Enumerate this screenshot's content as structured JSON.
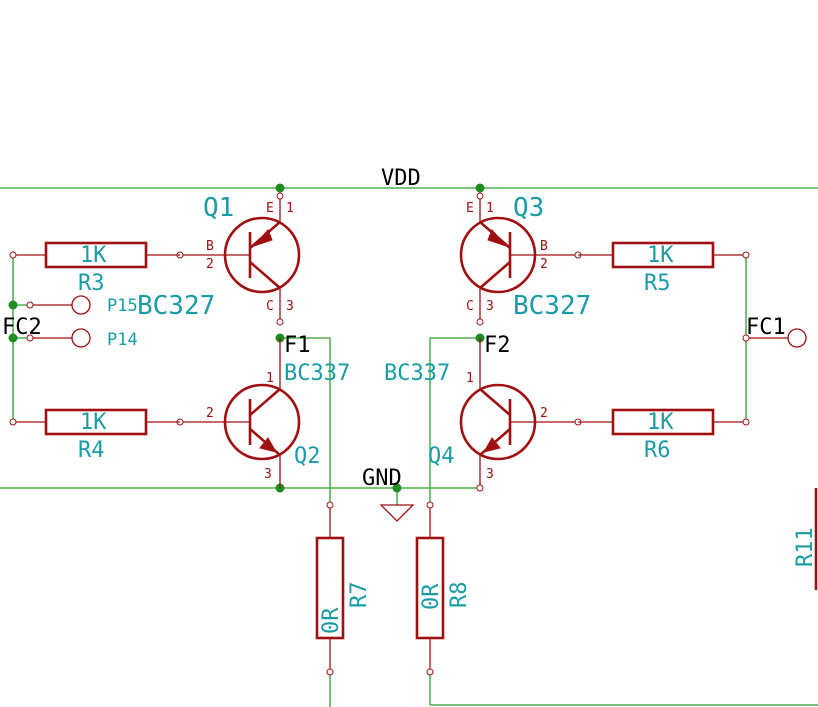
{
  "nets": {
    "vdd": "VDD",
    "gnd": "GND",
    "f1": "F1",
    "f2": "F2",
    "fc1": "FC1",
    "fc2": "FC2"
  },
  "transistors": {
    "q1": {
      "ref": "Q1",
      "value": "BC327",
      "pin_e": "E",
      "pin_b": "B",
      "pin_c": "C",
      "pin1": "1",
      "pin2": "2",
      "pin3": "3"
    },
    "q2": {
      "ref": "Q2",
      "value": "BC337",
      "pin1": "1",
      "pin2": "2",
      "pin3": "3"
    },
    "q3": {
      "ref": "Q3",
      "value": "BC327",
      "pin_e": "E",
      "pin_b": "B",
      "pin_c": "C",
      "pin1": "1",
      "pin2": "2",
      "pin3": "3"
    },
    "q4": {
      "ref": "Q4",
      "value": "BC337",
      "pin1": "1",
      "pin2": "2",
      "pin3": "3"
    }
  },
  "resistors": {
    "r3": {
      "ref": "R3",
      "value": "1K"
    },
    "r4": {
      "ref": "R4",
      "value": "1K"
    },
    "r5": {
      "ref": "R5",
      "value": "1K"
    },
    "r6": {
      "ref": "R6",
      "value": "1K"
    },
    "r7": {
      "ref": "R7",
      "value": "0R"
    },
    "r8": {
      "ref": "R8",
      "value": "0R"
    },
    "r11": {
      "ref": "R11"
    }
  },
  "pads": {
    "p15": "P15",
    "p14": "P14"
  },
  "colors": {
    "wire": "#2aa02a",
    "component": "#a01010",
    "junction": "#1e8c1e",
    "reference_text": "#1a9ca8",
    "net_text": "#000000",
    "background": "#ffffff"
  }
}
